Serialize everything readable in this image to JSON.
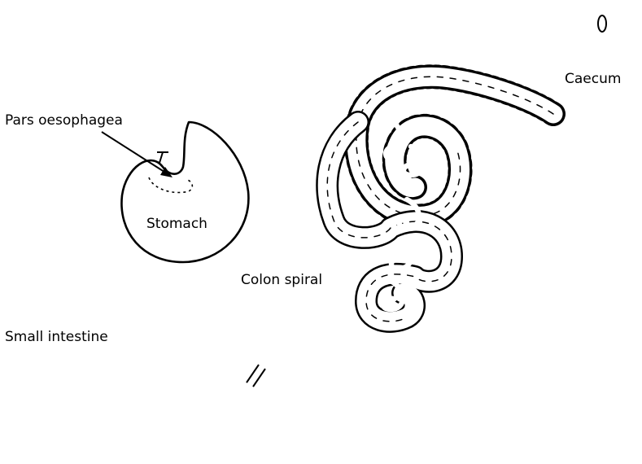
{
  "labels": {
    "pars_oesophagea": "Pars oesophagea",
    "caecum": "Caecum",
    "stomach": "Stomach",
    "colon_spiral": "Colon spiral",
    "small_intestine": "Small intestine"
  }
}
